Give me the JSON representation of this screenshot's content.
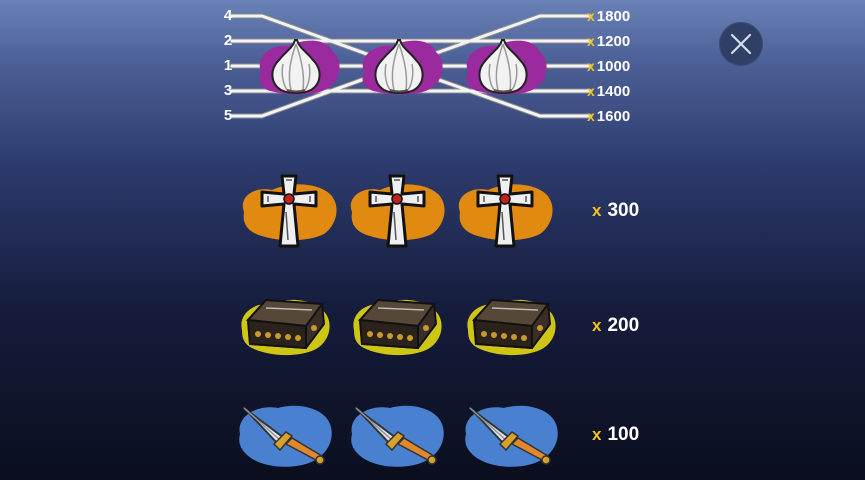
{
  "paylines": {
    "line_numbers": [
      "4",
      "2",
      "1",
      "3",
      "5"
    ],
    "multipliers": [
      {
        "x": "x",
        "value": "1800"
      },
      {
        "x": "x",
        "value": "1200"
      },
      {
        "x": "x",
        "value": "1000"
      },
      {
        "x": "x",
        "value": "1400"
      },
      {
        "x": "x",
        "value": "1600"
      }
    ],
    "symbol": "garlic-icon",
    "blob_color": "#9b2a9e"
  },
  "paytable": [
    {
      "symbol": "cross-icon",
      "blob_color": "#e18a12",
      "x": "x",
      "value": "300"
    },
    {
      "symbol": "coffin-icon",
      "blob_color": "#cfc516",
      "x": "x",
      "value": "200"
    },
    {
      "symbol": "dagger-icon",
      "blob_color": "#4a80d0",
      "x": "x",
      "value": "100"
    }
  ],
  "accent_color": "#f3c21c"
}
